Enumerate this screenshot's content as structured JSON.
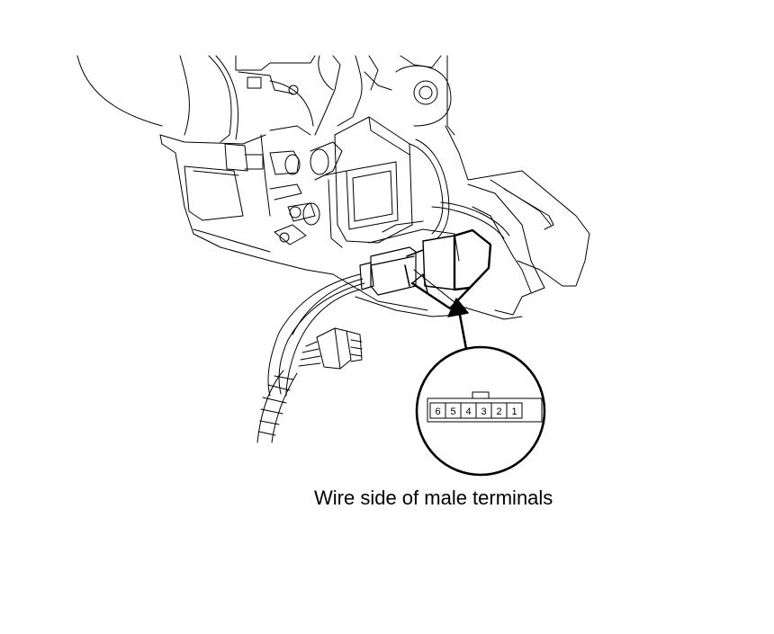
{
  "caption": "Wire side of male terminals",
  "connector": {
    "terminals": [
      "6",
      "5",
      "4",
      "3",
      "2",
      "1"
    ]
  }
}
